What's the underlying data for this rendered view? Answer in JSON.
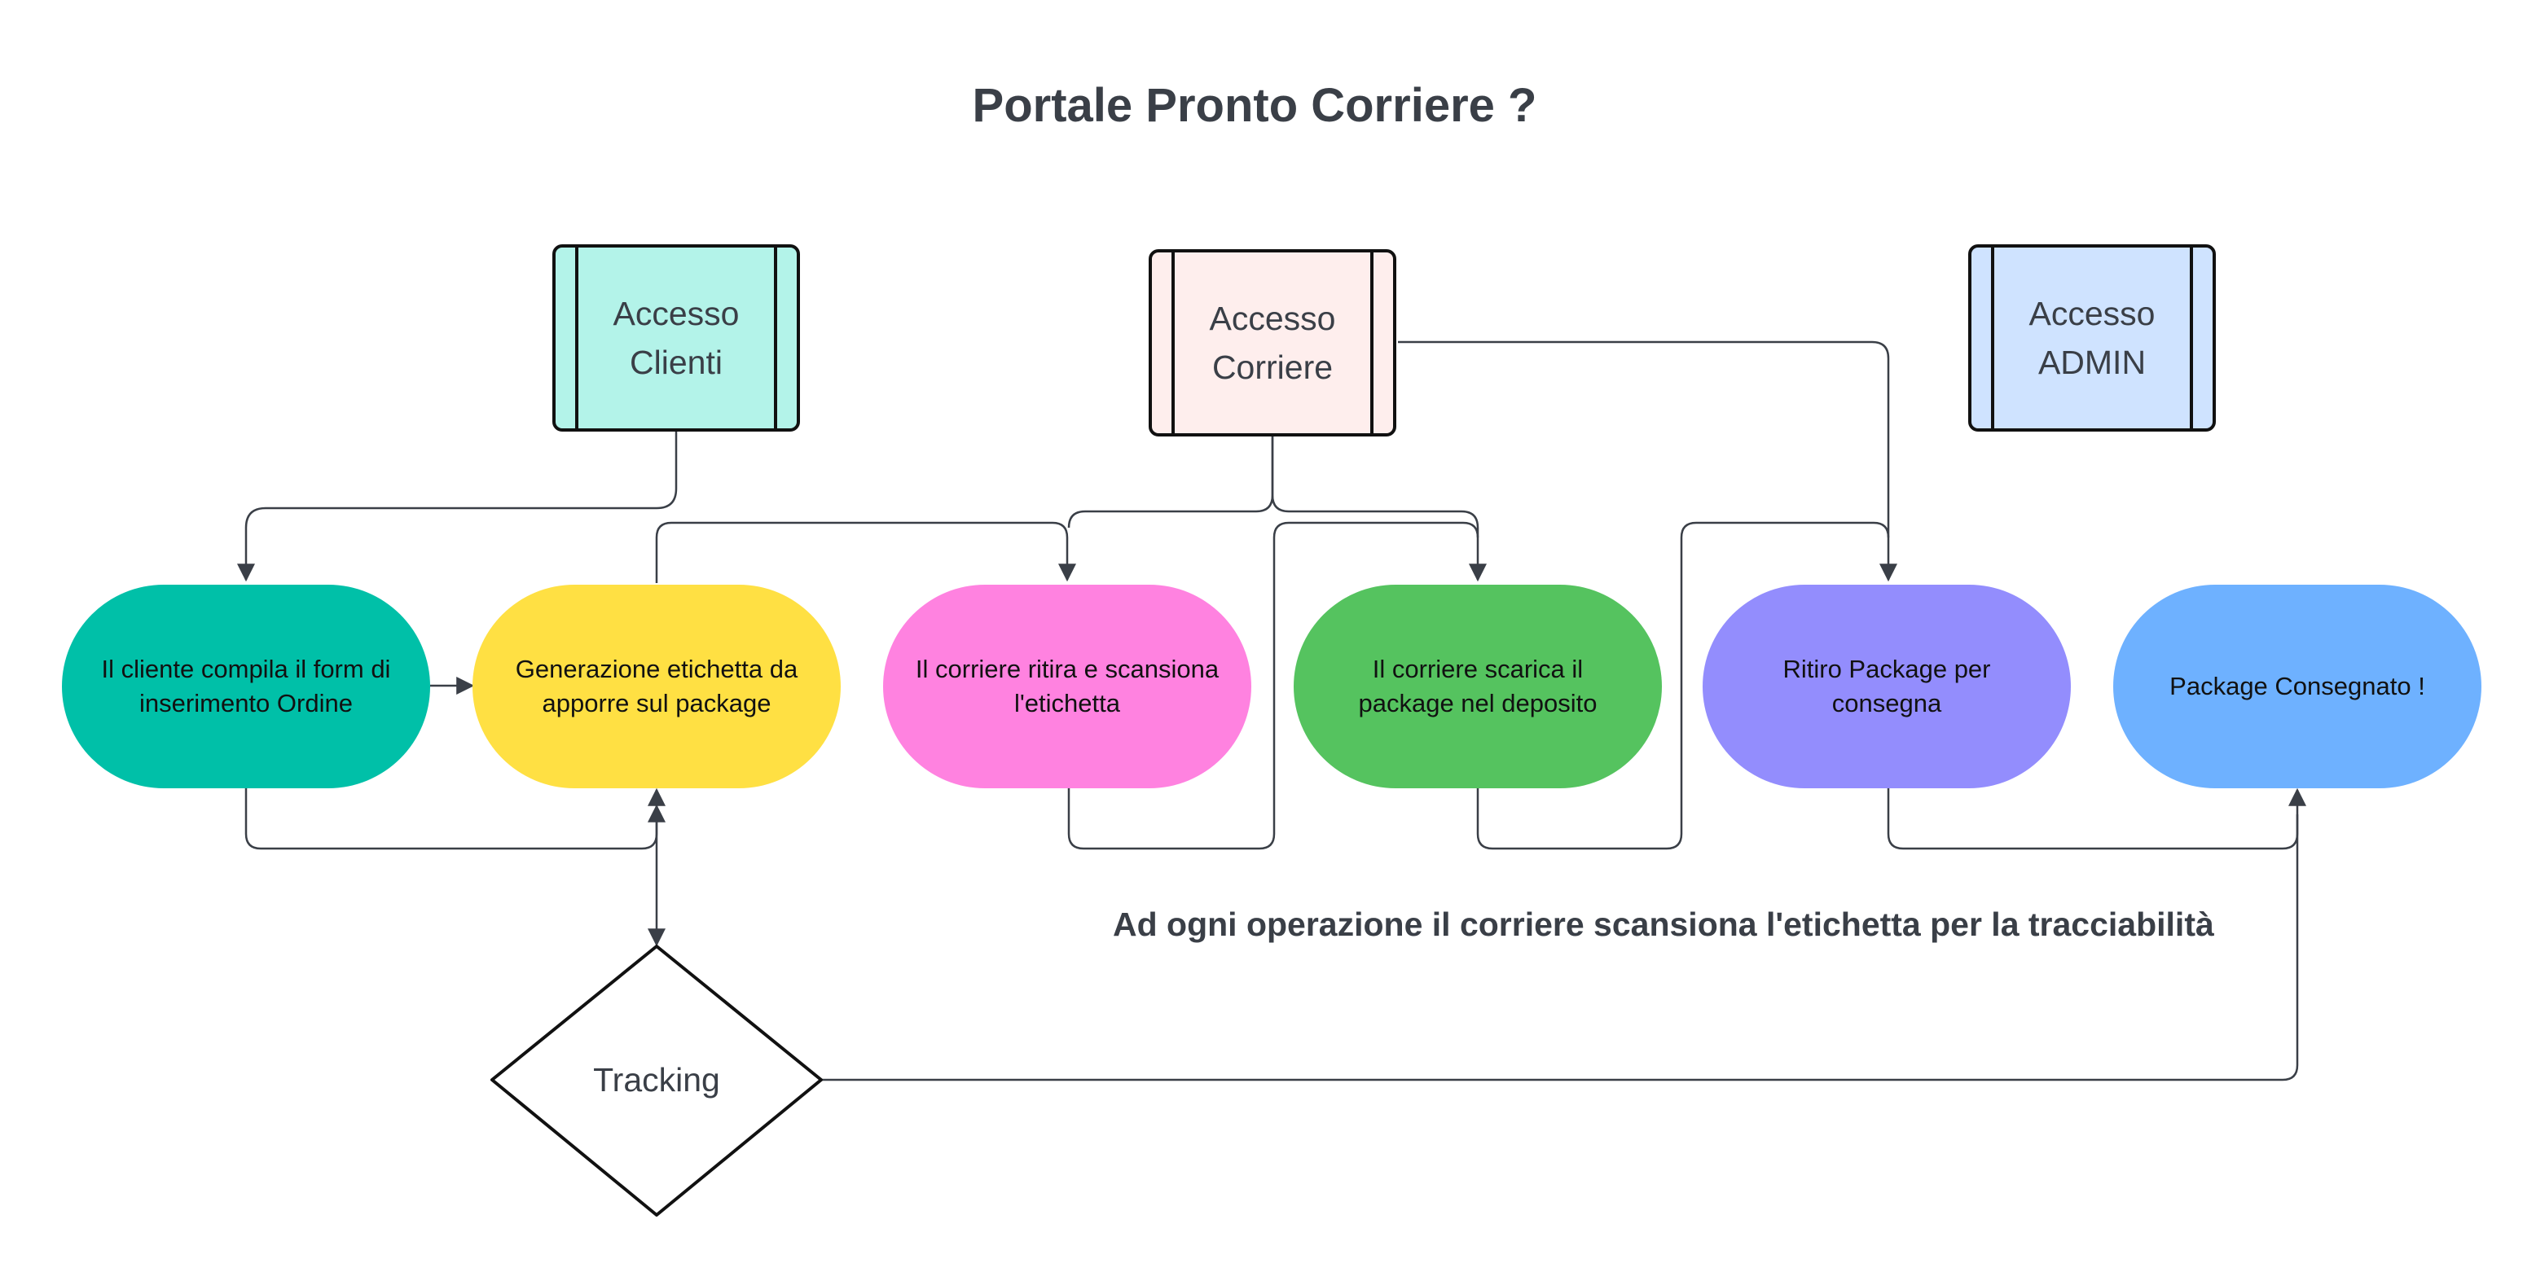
{
  "title": "Portale Pronto Corriere ?",
  "note": "Ad ogni operazione  il corriere scansiona l'etichetta per la tracciabilità",
  "actors": {
    "clienti": {
      "line1": "Accesso",
      "line2": "Clienti",
      "color": "#b3f3e9"
    },
    "corriere": {
      "line1": "Accesso",
      "line2": "Corriere",
      "color": "#feeeed"
    },
    "admin": {
      "line1": "Accesso",
      "line2": "ADMIN",
      "color": "#cfe3ff"
    }
  },
  "steps": {
    "ordine": {
      "line1": "Il cliente compila il form di",
      "line2": "inserimento Ordine",
      "color": "#00c0a8"
    },
    "etichetta": {
      "line1": "Generazione etichetta da",
      "line2": "apporre sul package",
      "color": "#ffe043"
    },
    "ritira": {
      "line1": "Il corriere ritira e scansiona",
      "line2": "l'etichetta",
      "color": "#ff82e0"
    },
    "scarica": {
      "line1": "Il corriere scarica il",
      "line2": "package nel deposito",
      "color": "#55c35f"
    },
    "ritiro_consegna": {
      "line1": "Ritiro Package per",
      "line2": "consegna",
      "color": "#938dfd"
    },
    "consegnato": {
      "line1": "Package Consegnato !",
      "line2": "",
      "color": "#6eb1ff"
    }
  },
  "tracking": {
    "label": "Tracking"
  }
}
